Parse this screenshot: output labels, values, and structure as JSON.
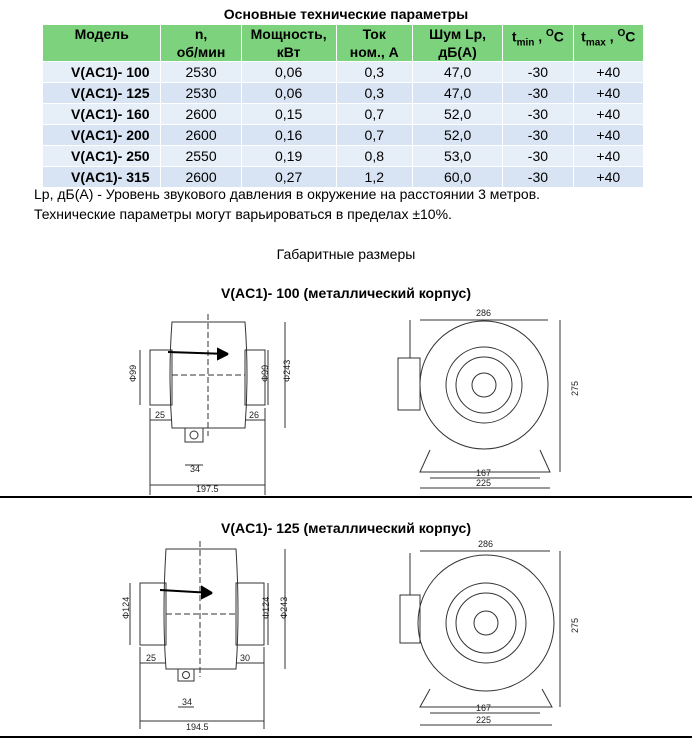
{
  "table": {
    "title": "Основные технические параметры",
    "headers": [
      {
        "line1": "Модель",
        "line2": ""
      },
      {
        "line1": "n,",
        "line2": "об/мин"
      },
      {
        "line1": "Мощность,",
        "line2": "кВт"
      },
      {
        "line1": "Ток",
        "line2": "ном., А"
      },
      {
        "line1": "Шум Lp,",
        "line2": "дБ(А)"
      },
      {
        "line1": "t",
        "sub": "min",
        "tail": " , ",
        "sup": "O",
        "unit": "C"
      },
      {
        "line1": "t",
        "sub": "max",
        "tail": " , ",
        "sup": "O",
        "unit": "C"
      }
    ],
    "rows": [
      [
        "V(AC1)- 100",
        "2530",
        "0,06",
        "0,3",
        "47,0",
        "-30",
        "+40"
      ],
      [
        "V(AC1)- 125",
        "2530",
        "0,06",
        "0,3",
        "47,0",
        "-30",
        "+40"
      ],
      [
        "V(AC1)- 160",
        "2600",
        "0,15",
        "0,7",
        "52,0",
        "-30",
        "+40"
      ],
      [
        "V(AC1)- 200",
        "2600",
        "0,16",
        "0,7",
        "52,0",
        "-30",
        "+40"
      ],
      [
        "V(AC1)- 250",
        "2550",
        "0,19",
        "0,8",
        "53,0",
        "-30",
        "+40"
      ],
      [
        "V(AC1)- 315",
        "2600",
        "0,27",
        "1,2",
        "60,0",
        "-30",
        "+40"
      ]
    ]
  },
  "notes": {
    "line1": "Lp, дБ(А) - Уровень звукового давления в окружение на расстоянии 3 метров.",
    "line2": "Технические параметры могут варьироваться в пределах ±10%."
  },
  "dimensions_heading": "Габаритные размеры",
  "drawings": [
    {
      "title": "V(AC1)- 100 (металлический корпус)",
      "side": {
        "left_diameter": "Φ99",
        "right_diameter": "Φ99",
        "body_diameter": "Φ243",
        "left_flange": "25",
        "right_flange": "26",
        "box_width": "34",
        "total_length": "197.5"
      },
      "front": {
        "top_width": "286",
        "height": "275",
        "base_inner": "167",
        "base_outer": "225"
      }
    },
    {
      "title": "V(AC1)- 125 (металлический корпус)",
      "side": {
        "left_diameter": "Φ124",
        "right_diameter": "Φ124",
        "body_diameter": "Φ243",
        "left_flange": "25",
        "right_flange": "30",
        "box_width": "34",
        "total_length": "194.5"
      },
      "front": {
        "top_width": "286",
        "height": "275",
        "base_inner": "167",
        "base_outer": "225"
      }
    }
  ]
}
